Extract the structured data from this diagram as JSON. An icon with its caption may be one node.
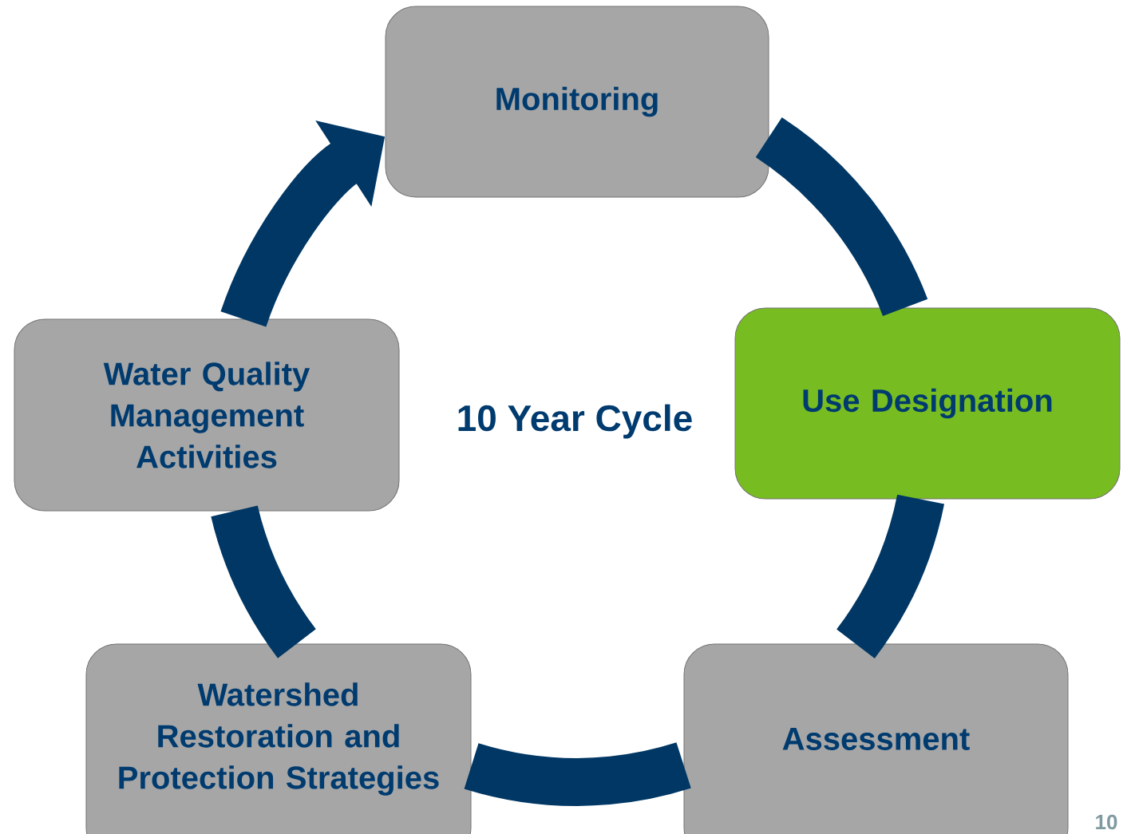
{
  "diagram": {
    "nodes": [
      {
        "text": [
          "Monitoring"
        ]
      },
      {
        "text": [
          "Use Designation"
        ]
      },
      {
        "text": [
          "Assessment"
        ]
      },
      {
        "text": [
          "Watershed Restoration and Protection Strategies"
        ]
      },
      {
        "text": [
          "Water Quality Management Activities"
        ]
      }
    ],
    "edges": [
      {
        "from": 0,
        "to": 1,
        "arrow": "none"
      },
      {
        "from": 1,
        "to": 2,
        "arrow": "none"
      },
      {
        "from": 2,
        "to": 3,
        "arrow": "none"
      },
      {
        "from": 3,
        "to": 4,
        "arrow": "none"
      },
      {
        "from": 4,
        "to": 0,
        "arrow": "to"
      }
    ],
    "labels": [
      "10 Year Cycle",
      "10"
    ]
  }
}
